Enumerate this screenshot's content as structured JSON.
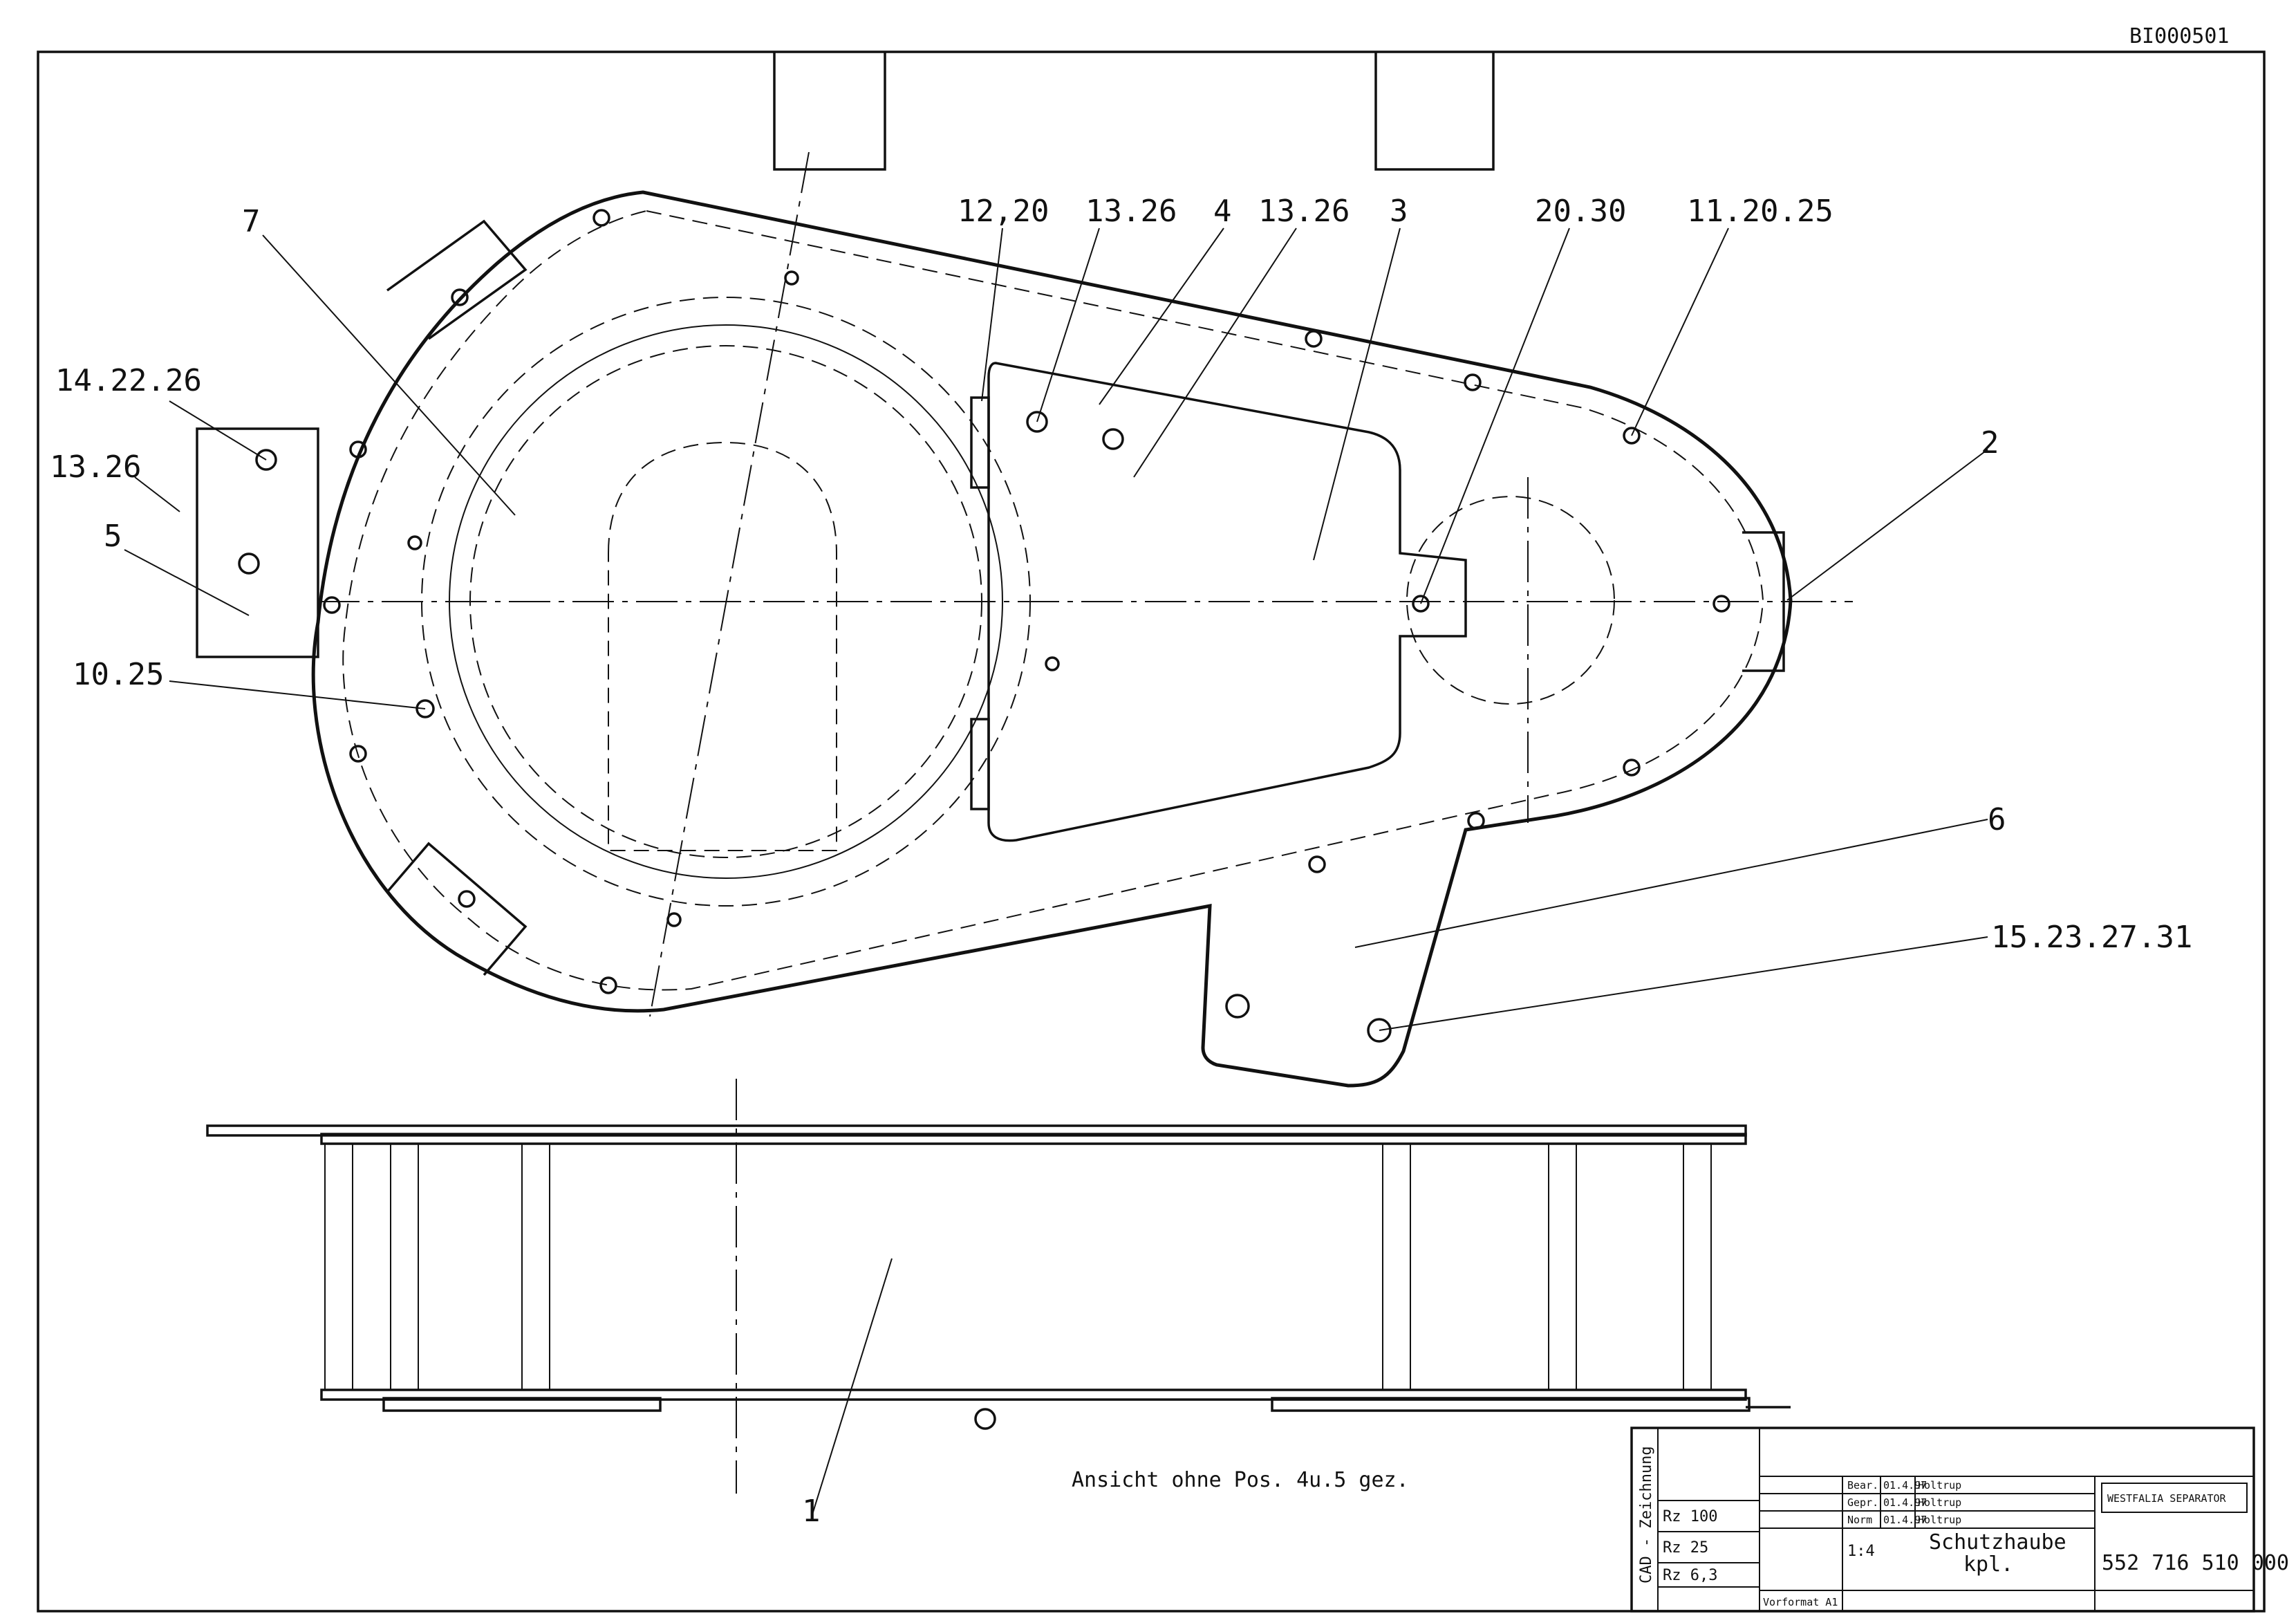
{
  "drawing_id": "BI000501",
  "callouts": {
    "c1": "1",
    "c2": "2",
    "c3": "3",
    "c4": "4",
    "c5": "5",
    "c6": "6",
    "c7": "7",
    "c1025": "10.25",
    "c1126": "13.26",
    "c1426": "14.22.26",
    "c1220": "12,20",
    "c1326a": "13.26",
    "c1326b": "13.26",
    "c2030": "20.30",
    "c112025": "11.20.25",
    "c15": "15.23.27.31"
  },
  "view_note": "Ansicht ohne Pos. 4u.5 gez.",
  "title_block": {
    "cad_label": "CAD - Zeichnung",
    "scale": "1:4",
    "title_line1": "Schutzhaube",
    "title_line2": "kpl.",
    "drawing_number": "552 716 510 000",
    "company_logo": "WESTFALIA SEPARATOR",
    "surface_1": "Rz 100",
    "surface_2": "Rz 25",
    "surface_3": "Rz 6,3",
    "format_label": "Vorformat A1",
    "rows": [
      {
        "c1": "Bear.",
        "c2": "01.4.97",
        "c3": "Holtrup"
      },
      {
        "c1": "Gepr.",
        "c2": "01.4.97",
        "c3": "Holtrup"
      },
      {
        "c1": "Norm",
        "c2": "01.4.97",
        "c3": "Holtrup"
      }
    ]
  }
}
